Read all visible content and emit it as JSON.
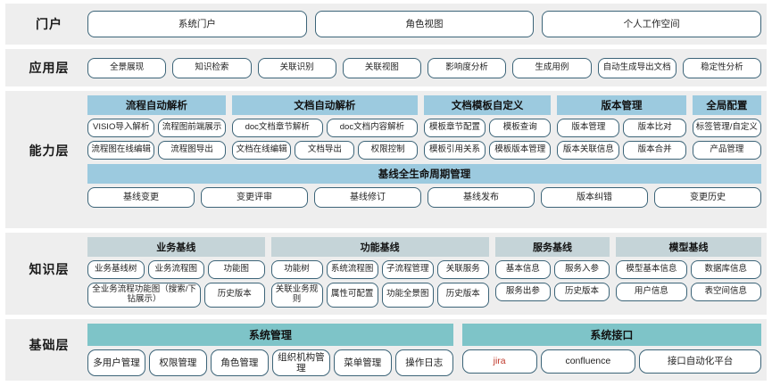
{
  "colors": {
    "band_bg": "#eeeeee",
    "btn_border": "#3c6478",
    "capability_header": "#9ccadf",
    "knowledge_header": "#c5d4d8",
    "base_header": "#7ec4c8",
    "jira_text": "#c0392b"
  },
  "layers": [
    {
      "label": "门户",
      "type": "portal",
      "items": [
        "系统门户",
        "角色视图",
        "个人工作空间"
      ]
    },
    {
      "label": "应用层",
      "type": "app",
      "items": [
        "全景展现",
        "知识检索",
        "关联识别",
        "关联视图",
        "影响度分析",
        "生成用例",
        "自动生成导出文档",
        "稳定性分析"
      ]
    },
    {
      "label": "能力层",
      "type": "capability",
      "groups": [
        {
          "title": "流程自动解析",
          "flex": 150,
          "rows": [
            [
              "VISIO导入解析",
              "流程图前端展示"
            ],
            [
              "流程图在线编辑",
              "流程图导出"
            ]
          ]
        },
        {
          "title": "文档自动解析",
          "flex": 202,
          "rows": [
            [
              "doc文档章节解析",
              "doc文档内容解析"
            ],
            [
              "文档在线编辑",
              "文档导出",
              "权限控制"
            ]
          ]
        },
        {
          "title": "文档模板自定义",
          "flex": 138,
          "rows": [
            [
              "模板章节配置",
              "模板查询"
            ],
            [
              "模板引用关系",
              "模板版本管理"
            ]
          ]
        },
        {
          "title": "版本管理",
          "flex": 140,
          "rows": [
            [
              "版本管理",
              "版本比对"
            ],
            [
              "版本关联信息",
              "版本合并"
            ]
          ]
        },
        {
          "title": "全局配置",
          "flex": 75,
          "rows": [
            [
              "标签管理/自定义"
            ],
            [
              "产品管理"
            ]
          ]
        }
      ],
      "sub": {
        "title": "基线全生命周期管理",
        "items": [
          "基线变更",
          "变更评审",
          "基线修订",
          "基线发布",
          "版本纠错",
          "变更历史"
        ]
      }
    },
    {
      "label": "知识层",
      "type": "knowledge",
      "groups": [
        {
          "title": "业务基线",
          "flex": 195,
          "rows": [
            [
              "业务基线树",
              "业务流程图",
              "功能图"
            ],
            [
              "全业务流程功能图（搜索/下钻展示）",
              "历史版本"
            ]
          ],
          "weights": [
            [
              1,
              1,
              1
            ],
            [
              2,
              1
            ]
          ]
        },
        {
          "title": "功能基线",
          "flex": 240,
          "rows": [
            [
              "功能树",
              "系统流程图",
              "子流程管理",
              "关联服务"
            ],
            [
              "关联业务规则",
              "属性可配置",
              "功能全景图",
              "历史版本"
            ]
          ],
          "weights": [
            [
              1,
              1,
              1,
              1
            ],
            [
              1,
              1,
              1,
              1
            ]
          ]
        },
        {
          "title": "服务基线",
          "flex": 126,
          "rows": [
            [
              "基本信息",
              "服务入参"
            ],
            [
              "服务出参",
              "历史版本"
            ]
          ],
          "weights": [
            [
              1,
              1
            ],
            [
              1,
              1
            ]
          ]
        },
        {
          "title": "模型基线",
          "flex": 160,
          "rows": [
            [
              "模型基本信息",
              "数据库信息"
            ],
            [
              "用户信息",
              "表空间信息"
            ]
          ],
          "weights": [
            [
              1,
              1
            ],
            [
              1,
              1
            ]
          ]
        }
      ]
    },
    {
      "label": "基础层",
      "type": "base",
      "groups": [
        {
          "title": "系统管理",
          "flex": 385,
          "rows": [
            [
              "多用户管理",
              "权限管理",
              "角色管理",
              "组织机构管理",
              "菜单管理",
              "操作日志"
            ]
          ]
        },
        {
          "title": "系统接口",
          "flex": 315,
          "rows": [
            [
              "jira",
              "confluence",
              "接口自动化平台"
            ]
          ],
          "weights": [
            [
              1,
              1.3,
              1.7
            ]
          ]
        }
      ]
    }
  ]
}
